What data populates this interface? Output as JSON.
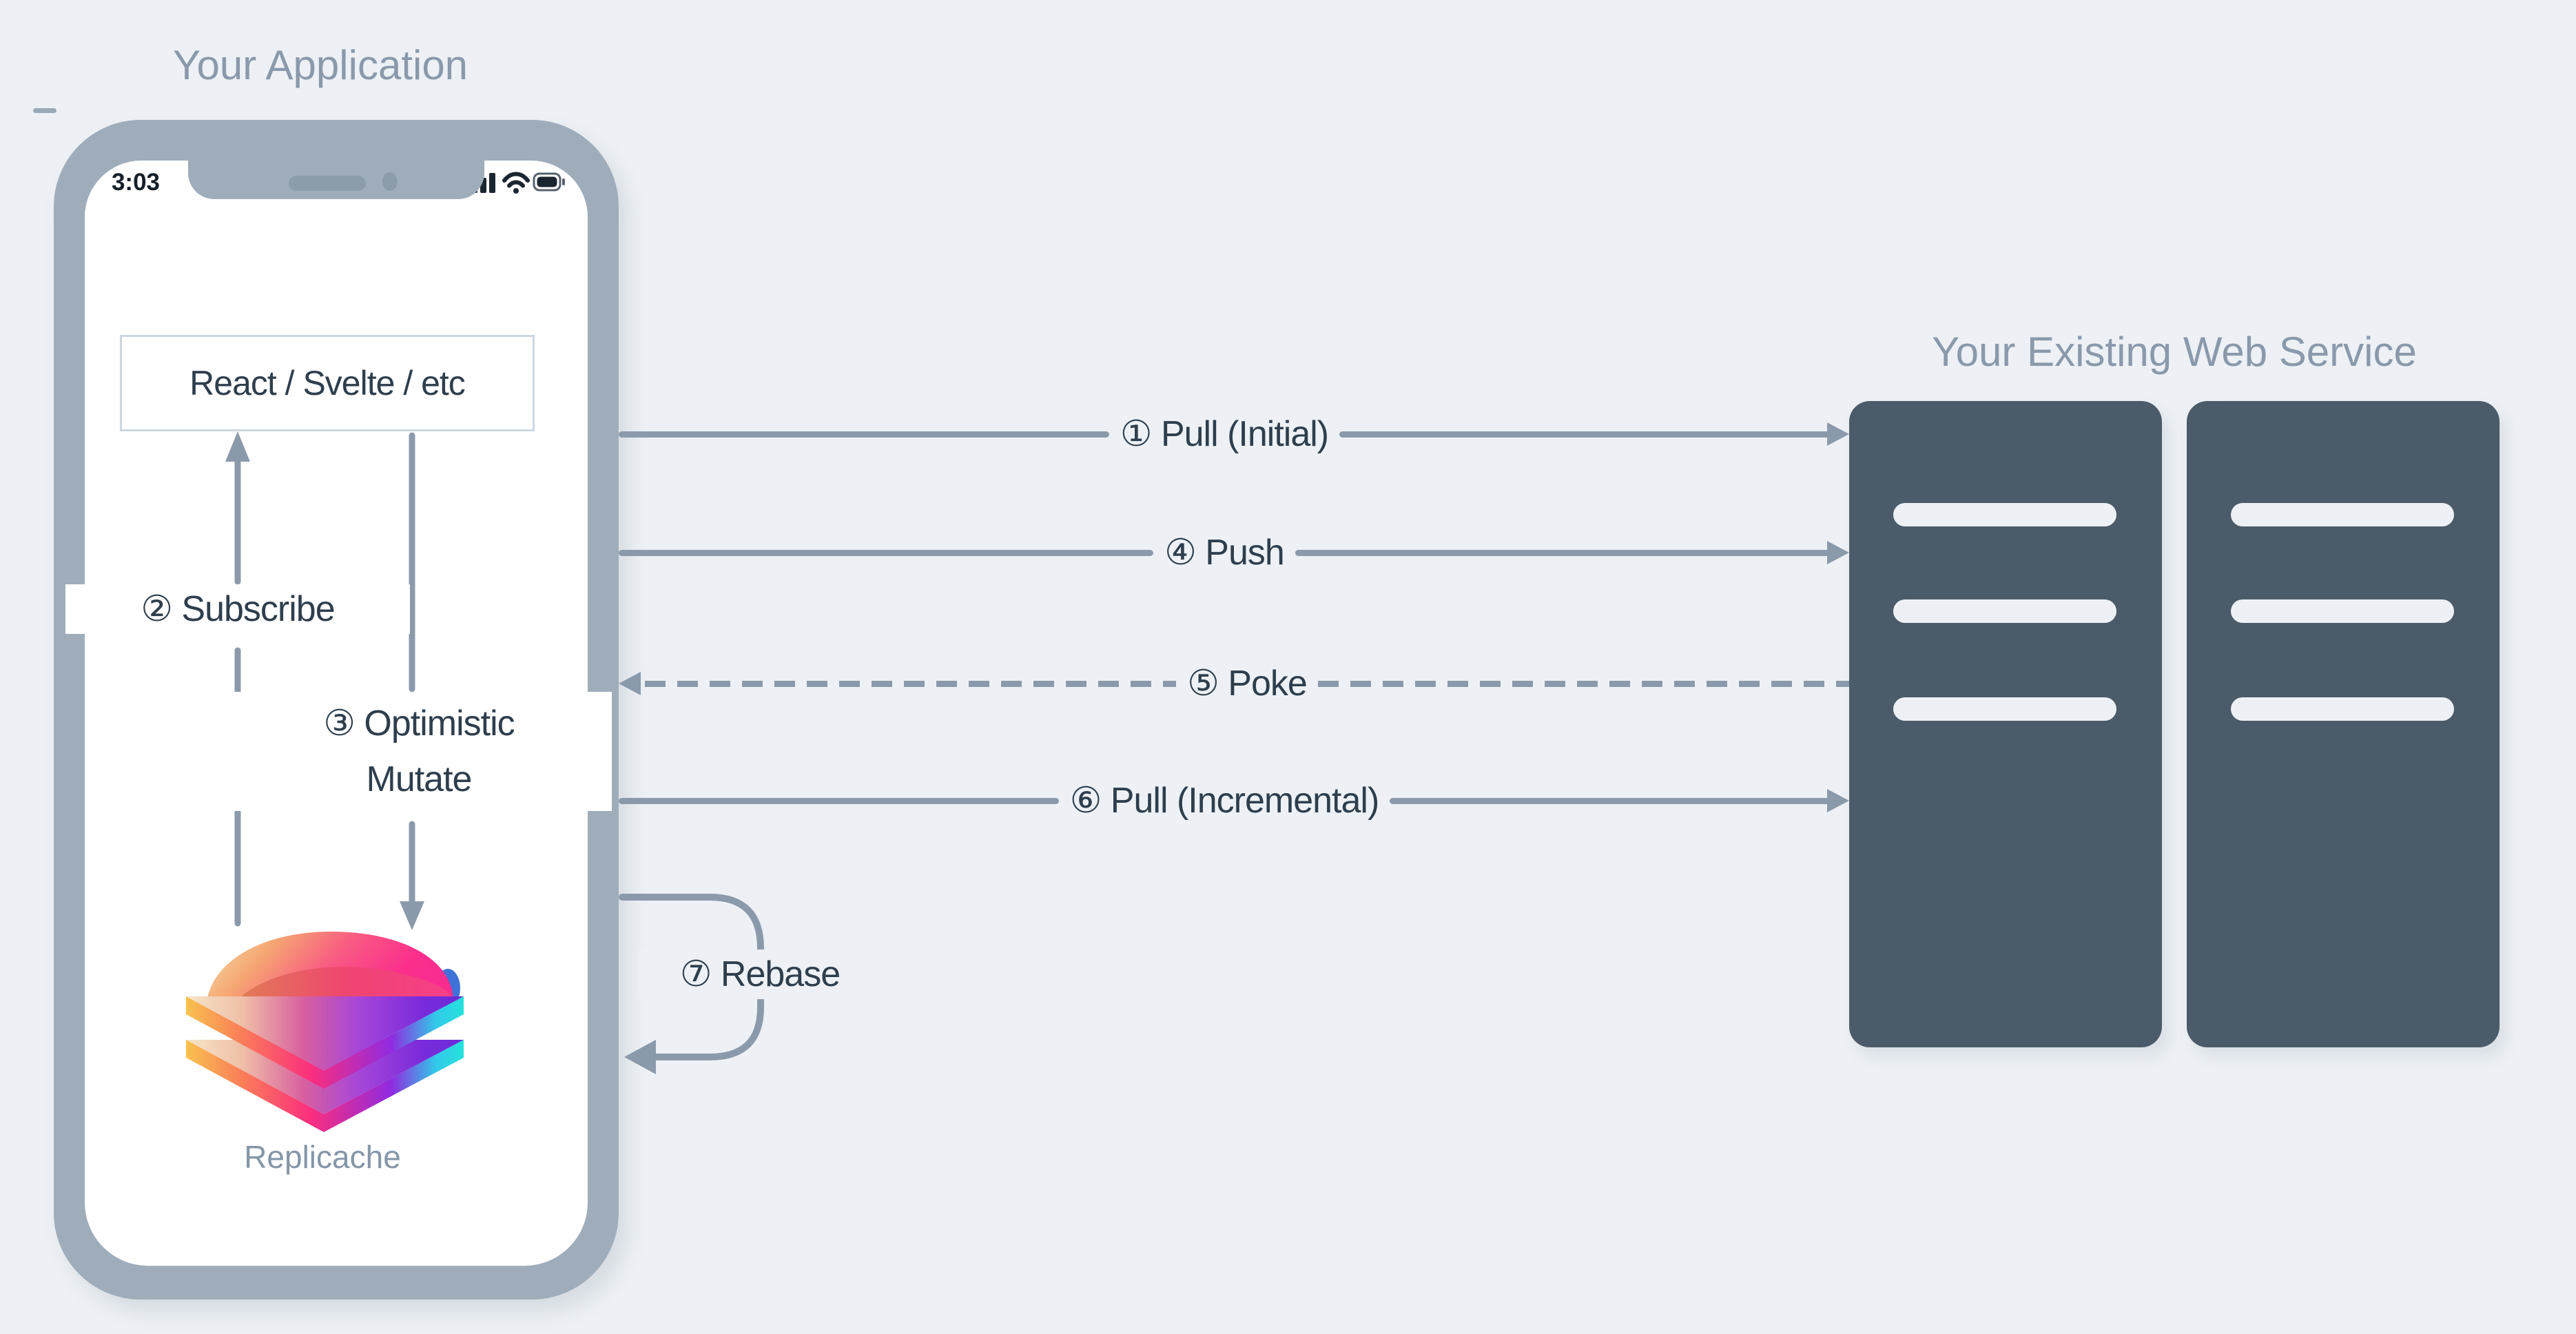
{
  "app": {
    "title": "Your Application"
  },
  "phone": {
    "status": {
      "time": "3:03"
    },
    "framework_box": {
      "label": "React / Svelte / etc"
    },
    "logo": {
      "label": "Replicache"
    }
  },
  "client_flows": {
    "subscribe": {
      "label": "② Subscribe"
    },
    "optimistic_mutate": {
      "line1": "③ Optimistic",
      "line2": "Mutate"
    }
  },
  "network_flows": [
    {
      "label": "① Pull (Initial)",
      "style": "solid",
      "direction": "right"
    },
    {
      "label": "④ Push",
      "style": "solid",
      "direction": "right"
    },
    {
      "label": "⑤ Poke",
      "style": "dashed",
      "direction": "left"
    },
    {
      "label": "⑥ Pull (Incremental)",
      "style": "solid",
      "direction": "right"
    }
  ],
  "rebase": {
    "label": "⑦ Rebase"
  },
  "web_service": {
    "title": "Your Existing Web Service",
    "server_count": 2,
    "slots_per_server": 3
  },
  "icons": {
    "status_bar": [
      "cellular-signal-icon",
      "wifi-icon",
      "battery-icon"
    ],
    "notch": [
      "speaker-icon",
      "camera-icon"
    ]
  },
  "colors": {
    "background": "#edf1f5",
    "phone_bezel": "#9fadbb",
    "arrow_gray": "#8b9aab",
    "muted_text": "#8a99ab",
    "dark_text": "#2e3e4d",
    "server_fill": "#4b5b69",
    "box_border": "#cdd7e1",
    "logo_pink": "#fb2e8c",
    "logo_purple": "#7a2bdb",
    "logo_cyan": "#25e2dc",
    "logo_yellow": "#f9c24f"
  }
}
